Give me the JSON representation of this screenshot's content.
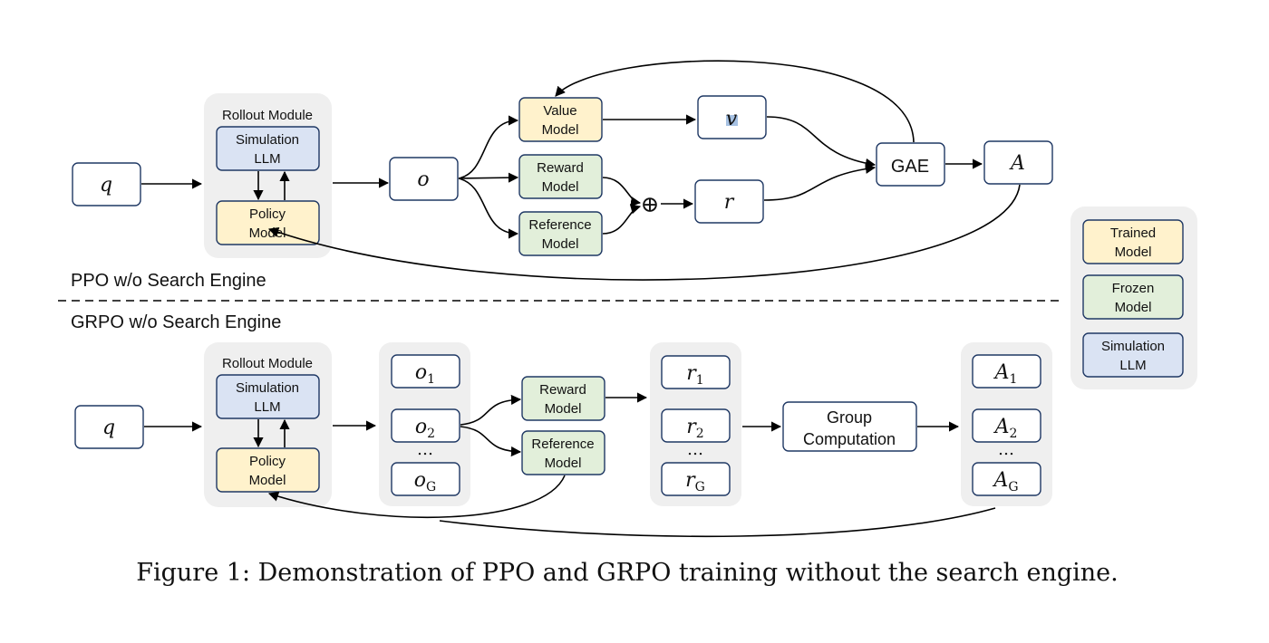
{
  "legend": {
    "trained": [
      "Trained",
      "Model"
    ],
    "frozen": [
      "Frozen",
      "Model"
    ],
    "simulation": [
      "Simulation",
      "LLM"
    ]
  },
  "ppo": {
    "section_label": "PPO w/o Search Engine",
    "query": "q",
    "rollout_title": "Rollout Module",
    "simulation_llm": [
      "Simulation",
      "LLM"
    ],
    "policy_model": [
      "Policy",
      "Model"
    ],
    "output": "o",
    "value_model": [
      "Value",
      "Model"
    ],
    "reward_model": [
      "Reward",
      "Model"
    ],
    "reference_model": [
      "Reference",
      "Model"
    ],
    "combine_symbol": "⊕",
    "value": "v",
    "reward": "r",
    "gae": "GAE",
    "advantage": "A"
  },
  "grpo": {
    "section_label": "GRPO w/o Search Engine",
    "query": "q",
    "rollout_title": "Rollout Module",
    "simulation_llm": [
      "Simulation",
      "LLM"
    ],
    "policy_model": [
      "Policy",
      "Model"
    ],
    "outputs": [
      {
        "base": "o",
        "sub": "1"
      },
      {
        "base": "o",
        "sub": "2"
      },
      {
        "base": "o",
        "sub": "G"
      }
    ],
    "reward_model": [
      "Reward",
      "Model"
    ],
    "reference_model": [
      "Reference",
      "Model"
    ],
    "rewards": [
      {
        "base": "r",
        "sub": "1"
      },
      {
        "base": "r",
        "sub": "2"
      },
      {
        "base": "r",
        "sub": "G"
      }
    ],
    "group_computation": [
      "Group",
      "Computation"
    ],
    "advantages": [
      {
        "base": "A",
        "sub": "1"
      },
      {
        "base": "A",
        "sub": "2"
      },
      {
        "base": "A",
        "sub": "G"
      }
    ],
    "ellipsis": "…"
  },
  "caption": "Figure 1: Demonstration of PPO and GRPO training without the search engine."
}
